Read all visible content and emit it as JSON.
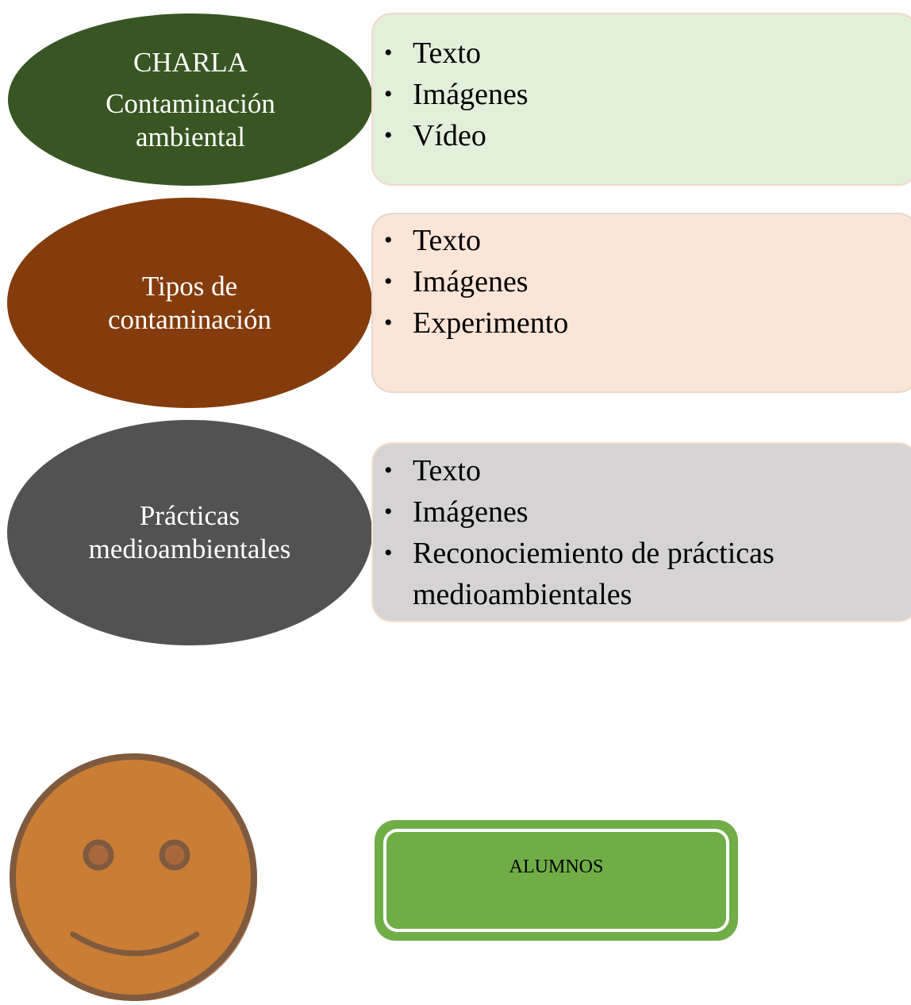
{
  "rows": [
    {
      "title_lines": [
        "CHARLA",
        "Contaminación",
        "ambiental"
      ],
      "items": [
        "Texto",
        "Imágenes",
        "Vídeo"
      ]
    },
    {
      "title_lines": [
        "Tipos de",
        "contaminación"
      ],
      "items": [
        "Texto",
        "Imágenes",
        "Experimento"
      ]
    },
    {
      "title_lines": [
        "Prácticas",
        "medioambientales"
      ],
      "items": [
        "Texto",
        "Imágenes",
        "Reconociemiento de prácticas medioambientales"
      ]
    }
  ],
  "bullet_symbol": "•",
  "alumnos": {
    "label": "ALUMNOS"
  },
  "colors": {
    "ellipse_1": "#375623",
    "ellipse_2": "#843C0C",
    "ellipse_3": "#525252",
    "box_1": "#E2EFDA",
    "box_2": "#FBE5D6",
    "box_3": "#D5D3D4",
    "smiley_face": "#C97D35",
    "alumnos_box": "#70AD47"
  },
  "icons": {
    "smiley": "smiley-face-icon"
  }
}
